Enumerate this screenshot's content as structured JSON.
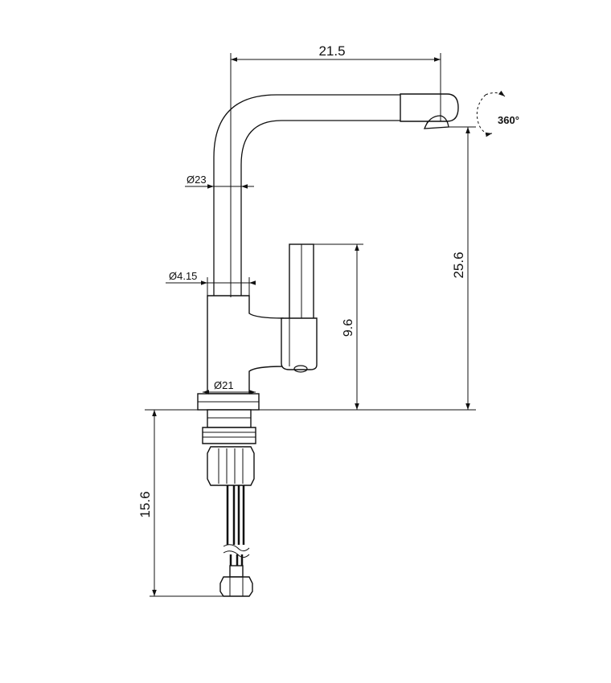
{
  "dimensions": {
    "spout_reach": "21.5",
    "spout_height": "25.6",
    "handle_height": "9.6",
    "tube_diameter": "Ø23",
    "inner_diameter": "Ø4.15",
    "base_diameter": "Ø21",
    "shank_length": "15.6",
    "rotation": "360°"
  }
}
